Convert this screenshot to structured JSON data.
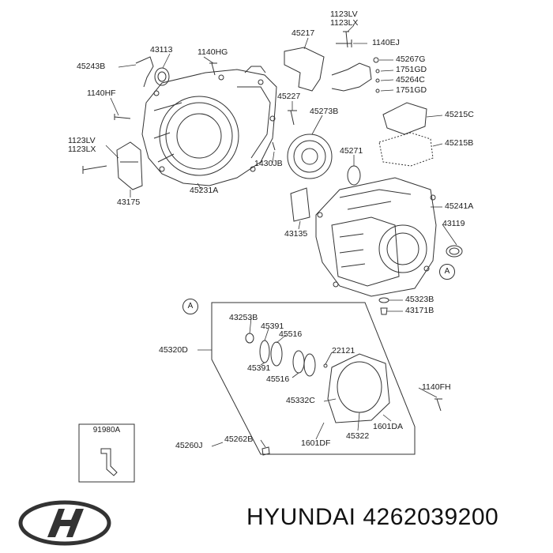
{
  "brand": "HYUNDAI",
  "part_number": "4262039200",
  "section_marker": "A",
  "inset_label": "91980A",
  "labels": {
    "l_1123lv_top": "1123LV",
    "l_1123lx_top": "1123LX",
    "l_45217": "45217",
    "l_1140ej": "1140EJ",
    "l_43113": "43113",
    "l_1140hg": "1140HG",
    "l_45243b": "45243B",
    "l_45267g": "45267G",
    "l_1751gd_a": "1751GD",
    "l_45264c": "45264C",
    "l_1751gd_b": "1751GD",
    "l_1140hf": "1140HF",
    "l_45227": "45227",
    "l_45273b": "45273B",
    "l_45215c": "45215C",
    "l_1123lv_left": "1123LV",
    "l_1123lx_left": "1123LX",
    "l_45215b": "45215B",
    "l_1430jb": "1430JB",
    "l_45271": "45271",
    "l_43175": "43175",
    "l_45231a": "45231A",
    "l_45241a": "45241A",
    "l_43135": "43135",
    "l_43119": "43119",
    "l_45323b": "45323B",
    "l_43171b": "43171B",
    "l_43253b": "43253B",
    "l_45391_a": "45391",
    "l_45516_a": "45516",
    "l_45320d": "45320D",
    "l_22121": "22121",
    "l_45391_b": "45391",
    "l_45516_b": "45516",
    "l_45332c": "45332C",
    "l_1140fh": "1140FH",
    "l_1601da": "1601DA",
    "l_45322": "45322",
    "l_1601df": "1601DF",
    "l_45262b": "45262B",
    "l_45260j": "45260J"
  }
}
